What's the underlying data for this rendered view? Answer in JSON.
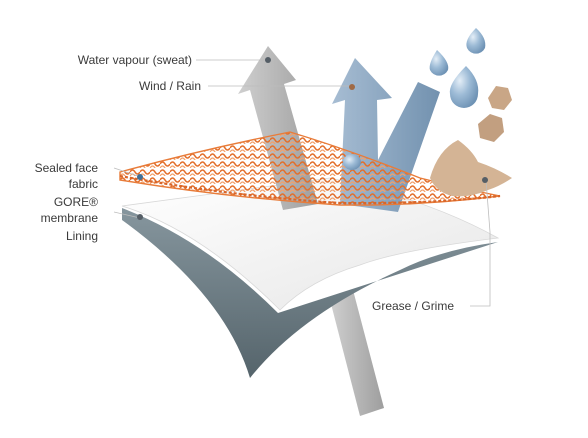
{
  "labels": {
    "water_vapour": "Water vapour (sweat)",
    "wind_rain": "Wind / Rain",
    "sealed_face_line1": "Sealed face",
    "sealed_face_line2": "fabric",
    "membrane_line1": "GORE®",
    "membrane_line2": "membrane",
    "lining": "Lining",
    "grease_grime": "Grease / Grime"
  },
  "colors": {
    "grey_arrow": "#b9b9b9",
    "blue_arrow": "#7e9bb8",
    "face_fabric": "#e8823f",
    "membrane": "#f4f4f4",
    "lining": "#6f7f87",
    "droplet": "#8fb1cf",
    "grime": "#cfae8f",
    "leader_line": "#bdbdbd",
    "leader_dot": "#555e66"
  }
}
